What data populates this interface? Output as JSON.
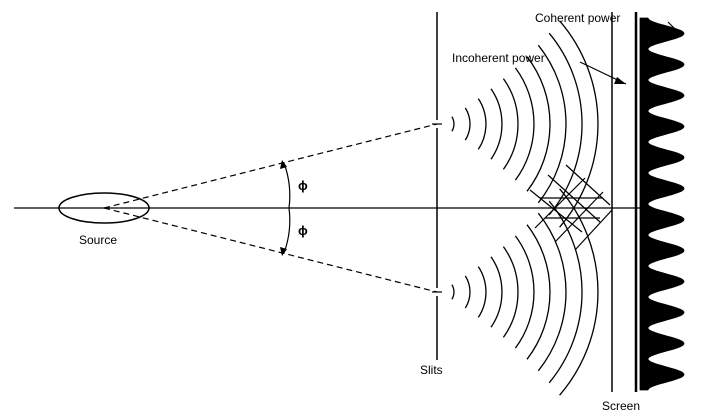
{
  "labels": {
    "coherent_power": "Coherent power",
    "incoherent_power": "Incoherent power",
    "source": "Source",
    "slits": "Slits",
    "screen": "Screen",
    "phi_upper": "ϕ",
    "phi_lower": "ϕ"
  },
  "colors": {
    "ink": "#000000",
    "background": "#ffffff"
  }
}
